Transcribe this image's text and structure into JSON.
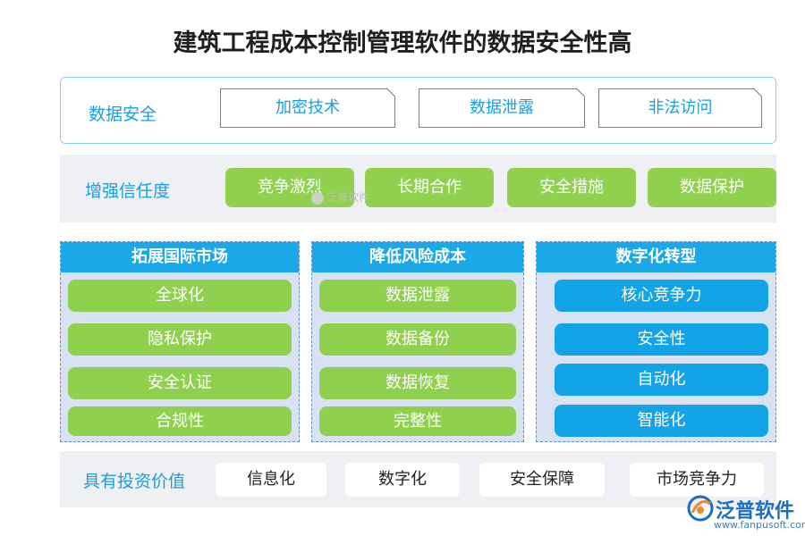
{
  "title": "建筑工程成本控制管理软件的数据安全性高",
  "data_security": {
    "label": "数据安全",
    "items": [
      "加密技术",
      "数据泄露",
      "非法访问"
    ]
  },
  "trust": {
    "label": "增强信任度",
    "items": [
      "竞争激烈",
      "长期合作",
      "安全措施",
      "数据保护"
    ]
  },
  "columns": [
    {
      "title": "拓展国际市场",
      "items": [
        "全球化",
        "隐私保护",
        "安全认证",
        "合规性"
      ]
    },
    {
      "title": "降低风险成本",
      "items": [
        "数据泄露",
        "数据备份",
        "数据恢复",
        "完整性"
      ]
    },
    {
      "title": "数字化转型",
      "items": [
        "核心竞争力",
        "安全性",
        "自动化",
        "智能化"
      ]
    }
  ],
  "investment": {
    "label": "具有投资价值",
    "items": [
      "信息化",
      "数字化",
      "安全保障",
      "市场竞争力"
    ]
  },
  "watermark": "泛普软件",
  "logo": {
    "name": "泛普软件",
    "url": "www.fanpusoft.com"
  },
  "colors": {
    "green": "#8fd14f",
    "blue": "#12a4e7",
    "label_blue": "#1a9ee0"
  }
}
